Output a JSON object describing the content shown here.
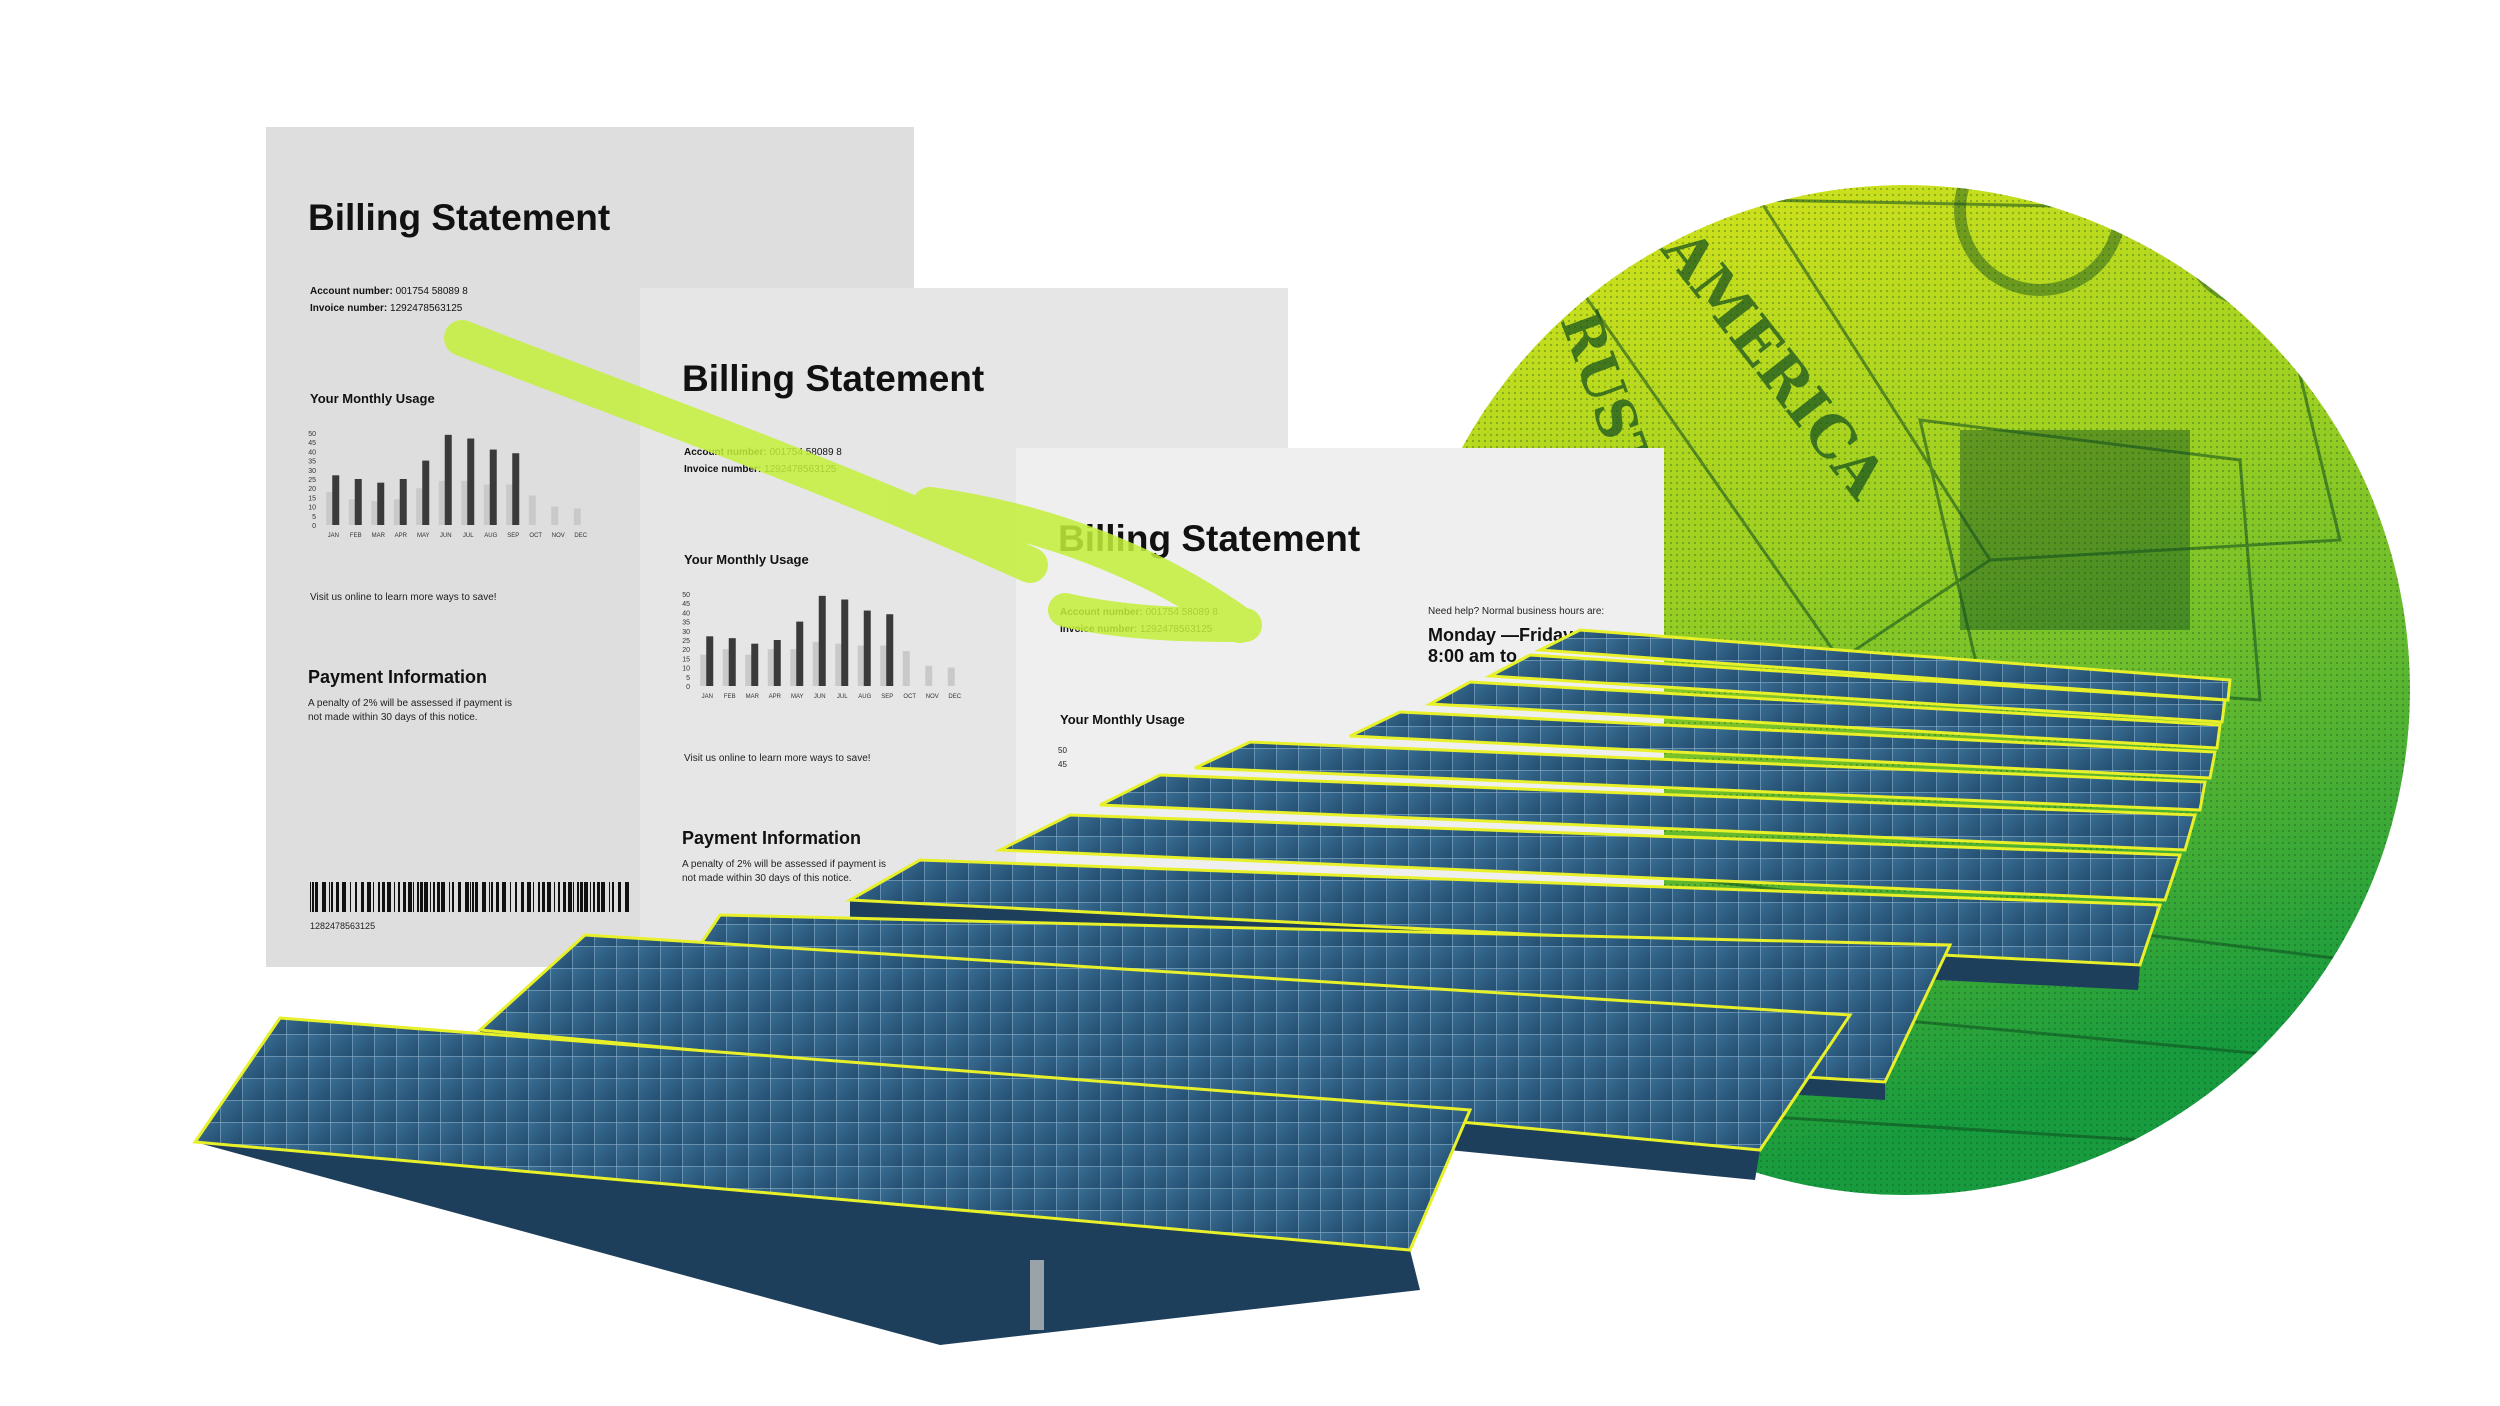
{
  "documents": [
    {
      "title": "Billing Statement",
      "account_label": "Account number:",
      "account_value": "001754  58089  8",
      "invoice_label": "Invoice number:",
      "invoice_value": "1292478563125",
      "usage_heading": "Your Monthly Usage",
      "visit_text": "Visit us online to learn more ways to save!",
      "payment_heading": "Payment Information",
      "payment_text_1": "A penalty of 2% will be assessed if payment is",
      "payment_text_2": "not made within 30 days of this notice.",
      "barcode_number": "1282478563125"
    },
    {
      "title": "Billing Statement",
      "account_label": "Account number:",
      "account_value": "001754  58089  8",
      "invoice_label": "Invoice number:",
      "invoice_value": "1292478563125",
      "usage_heading": "Your Monthly Usage",
      "visit_text": "Visit us online to learn more ways to save!",
      "payment_heading": "Payment Information",
      "payment_text_1": "A penalty of 2% will be assessed if payment is",
      "payment_text_2": "not made within 30 days of this notice."
    },
    {
      "title": "Billing Statement",
      "account_label": "Account number:",
      "account_value": "001754  58089  8",
      "invoice_label": "Invoice number:",
      "invoice_value": "1292478563125",
      "usage_heading": "Your Monthly Usage",
      "help_text": "Need help? Normal business hours are:",
      "help_days": "Monday —Friday",
      "help_hours": "8:00 am to"
    }
  ],
  "chart_data": [
    {
      "type": "bar",
      "categories": [
        "JAN",
        "FEB",
        "MAR",
        "APR",
        "MAY",
        "JUN",
        "JUL",
        "AUG",
        "SEP",
        "OCT",
        "NOV",
        "DEC"
      ],
      "y_ticks": [
        0,
        5,
        10,
        15,
        20,
        25,
        30,
        35,
        40,
        45,
        50
      ],
      "ylim": [
        0,
        50
      ],
      "series": [
        {
          "values": [
            18,
            14,
            13,
            14,
            20,
            24,
            24,
            22,
            22,
            16,
            10,
            9
          ]
        },
        {
          "values": [
            27,
            25,
            23,
            25,
            35,
            49,
            47,
            41,
            39,
            0,
            0,
            0
          ]
        }
      ],
      "colors": [
        "#c9c9c9",
        "#3a3a3a"
      ]
    },
    {
      "type": "bar",
      "categories": [
        "JAN",
        "FEB",
        "MAR",
        "APR",
        "MAY",
        "JUN",
        "JUL",
        "AUG",
        "SEP",
        "OCT",
        "NOV",
        "DEC"
      ],
      "y_ticks": [
        0,
        5,
        10,
        15,
        20,
        25,
        30,
        35,
        40,
        45,
        50
      ],
      "ylim": [
        0,
        50
      ],
      "series": [
        {
          "values": [
            17,
            20,
            17,
            20,
            20,
            24,
            23,
            22,
            22,
            19,
            11,
            10
          ]
        },
        {
          "values": [
            27,
            26,
            23,
            25,
            35,
            49,
            47,
            41,
            39,
            0,
            0,
            0
          ]
        }
      ],
      "colors": [
        "#c9c9c9",
        "#3a3a3a"
      ]
    },
    {
      "type": "bar",
      "y_ticks": [
        50,
        45
      ],
      "ylim": [
        0,
        50
      ]
    }
  ],
  "colors": {
    "doc1_bg": "#dedede",
    "doc2_bg": "#e6e6e6",
    "doc3_bg": "#efefef",
    "arrow": "#c4f03a",
    "panel": "#2f5f84",
    "panel_dark": "#1e3f5c",
    "panel_edge": "#e8f02a",
    "money_yellow": "#d7e51a",
    "money_green": "#1f9a3c"
  },
  "illustration": {
    "money_words": [
      "AMERICA",
      "RUST"
    ]
  }
}
